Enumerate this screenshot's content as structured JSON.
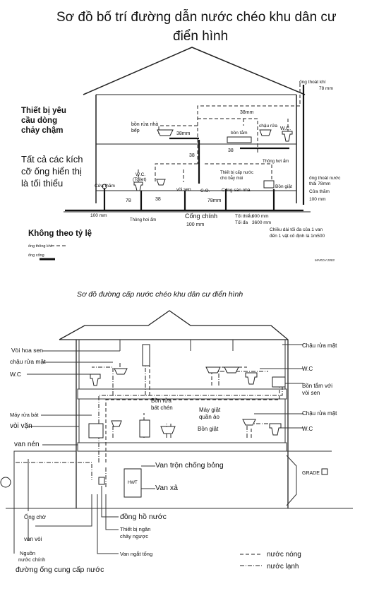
{
  "top": {
    "title_line1": "Sơ đồ  bố trí đường dẫn nước chéo khu dân cư",
    "title_line2": "điển hình",
    "vent_stack": "ống thoát khí",
    "vent_stack_size": "78 mm",
    "size_38mm_top": "38mm",
    "kitchen_sink": "bồn rửa nhà",
    "kitchen_sink_2": "bếp",
    "size_38mm_kitchen": "38mm",
    "sink_label": "chậu rửa",
    "wc_upper": "W.C.",
    "bathtub": "bồn tắm",
    "size_38_tub": "38",
    "size_38_riser": "38",
    "air_vent_upper": "Thông hơi ẩm",
    "note_slow_1": "Thiết bị yêu",
    "note_slow_2": "cầu dòng",
    "note_slow_3": "chảy chậm",
    "note_min_1": "Tất cả các kích",
    "note_min_2": "cỡ ống hiển thị",
    "note_min_3": "là tối thiểu",
    "cleanout_left": "Cửa thăm",
    "wc_toilet": "W.C.",
    "wc_toilet_2": "(Toilet)",
    "shower": "vòi sen",
    "size_78_left": "78",
    "size_38_mid": "38",
    "co": "C.O.",
    "backflow_1": "Thiết bị cấp nước",
    "backflow_2": "cho bẫy mùi",
    "floor_drain": "Cống sàn nhà",
    "washer": "Bồn giặt",
    "size_78mm": "78mm",
    "drain_stack_1": "ống thoát nước",
    "drain_stack_2": "thải  78mm",
    "cleanout_right": "Cửa thăm",
    "size_100_right": "100 mm",
    "size_100_left": "100 mm",
    "air_vent_lower": "Thông hơi ẩm",
    "main_sewer": "Cống chính",
    "main_sewer_size": "100 mm",
    "min_label": "Tối thiểu",
    "min_value": "900 mm",
    "max_label": "Tối đa",
    "max_value": "3600 mm",
    "max_length_1": "Chiều dài tối đa của 1 van",
    "max_length_2": "đến 1 vật cố định là   1m500",
    "not_to_scale": "Không theo tỷ lệ",
    "legend_vent": "ống thông khí",
    "legend_sewer": "ống cống",
    "date": "MARCH 2003"
  },
  "bottom": {
    "title": "Sơ đồ đường cấp nước chéo khu dân cư điển hình",
    "shower_head": "Vòi hoa sen",
    "basin_left": "chậu rửa mặt",
    "wc_left": "W.C",
    "dishwasher": "Máy rửa bát",
    "tap": "vòi vặn",
    "compression_valve": "van nén",
    "sleeve": "Ống chờ",
    "tap_valve": "van vòi",
    "source_1": "Nguồn",
    "source_2": "nước chính",
    "supply_line": "đường ống cung cấp nước",
    "basin_right_top": "Chậu rửa mặt",
    "wc_right_top": "W.C",
    "bath_shower_1": "Bồn tắm với",
    "bath_shower_2": "vòi sen",
    "sink_dish_1": "Bồn rửa",
    "sink_dish_2": "bát chén",
    "washing_machine_1": "Máy giặt",
    "washing_machine_2": "quần áo",
    "laundry_tub": "Bồn giặt",
    "basin_right_mid": "Chậu rửa mặt",
    "wc_right_mid": "W.C",
    "antiscald": "Van trộn chống bỏng",
    "hwt": "HWT",
    "drain_valve": "Van xả",
    "grade": "GRADE",
    "meter": "đồng hồ nước",
    "backflow_1": "Thiết bị ngăn",
    "backflow_2": "chảy ngược",
    "main_shutoff": "Van ngắt tổng",
    "hot_water": "nước nóng",
    "cold_water": "nước lạnh"
  }
}
